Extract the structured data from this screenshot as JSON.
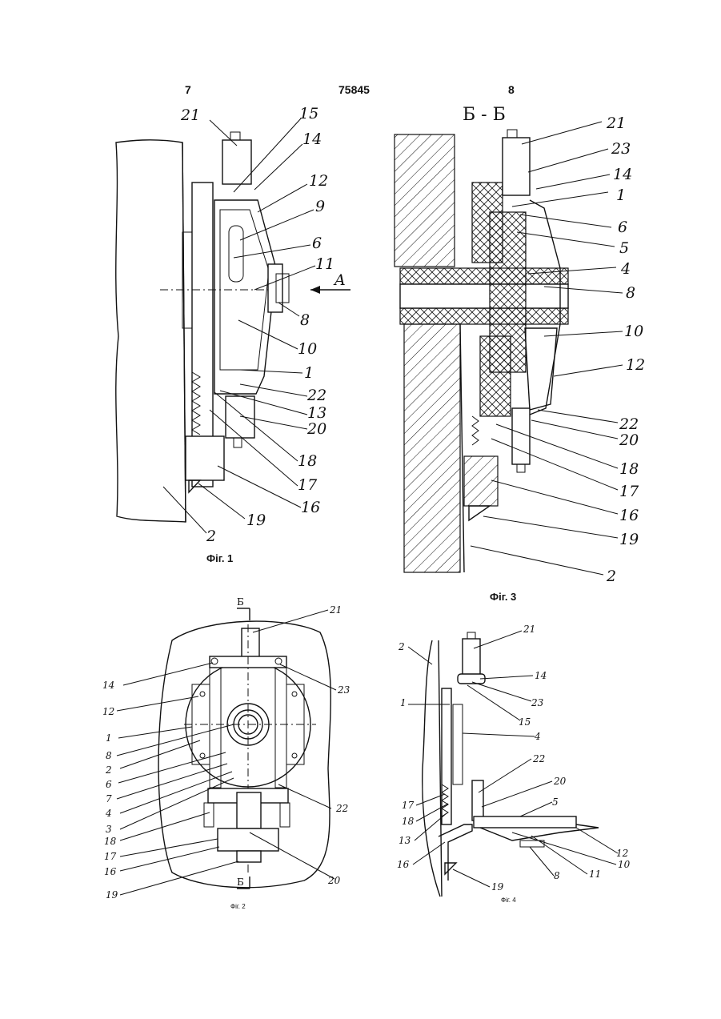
{
  "header": {
    "left_page": "7",
    "patent_number": "75845",
    "right_page": "8"
  },
  "figures": {
    "fig1": {
      "caption": "Фіг. 1",
      "direction_label": "A",
      "labels": [
        "21",
        "15",
        "14",
        "12",
        "9",
        "6",
        "11",
        "8",
        "10",
        "1",
        "22",
        "13",
        "20",
        "18",
        "17",
        "16",
        "19",
        "2"
      ]
    },
    "fig3": {
      "caption": "Фіг. 3",
      "section_title": "Б - Б",
      "labels": [
        "21",
        "23",
        "14",
        "1",
        "6",
        "5",
        "4",
        "8",
        "10",
        "12",
        "22",
        "20",
        "18",
        "17",
        "16",
        "19",
        "2"
      ]
    },
    "fig2": {
      "caption": "Фіг. 2",
      "section_mark_top": "Б",
      "section_mark_bottom": "Б",
      "labels": [
        "21",
        "23",
        "14",
        "12",
        "1",
        "8",
        "2",
        "6",
        "7",
        "4",
        "3",
        "22",
        "18",
        "17",
        "16",
        "20",
        "19"
      ]
    },
    "fig4": {
      "caption": "Фіг. 4",
      "labels": [
        "21",
        "2",
        "14",
        "23",
        "15",
        "1",
        "4",
        "22",
        "20",
        "5",
        "17",
        "18",
        "13",
        "16",
        "12",
        "11",
        "10",
        "8",
        "19"
      ]
    }
  }
}
